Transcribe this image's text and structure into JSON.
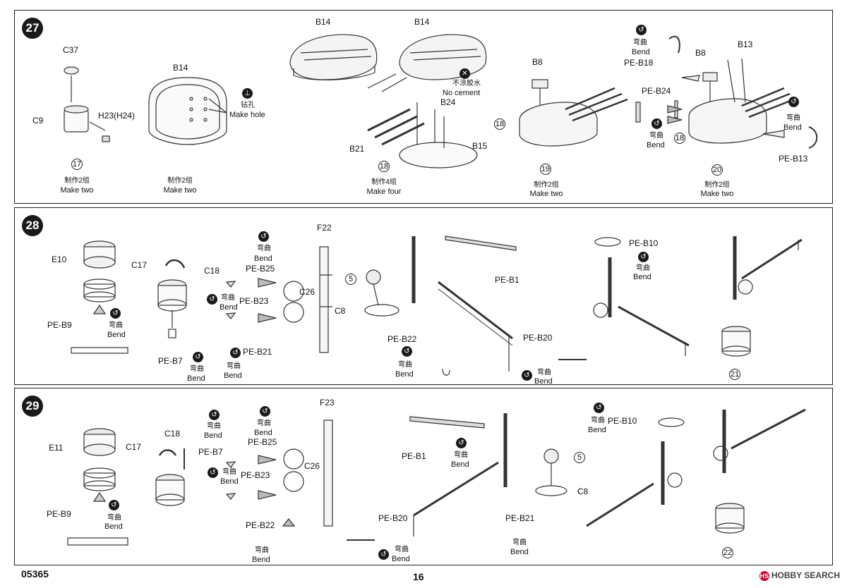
{
  "steps": {
    "s27": {
      "number": "27",
      "parts": {
        "c37": "C37",
        "c9": "C9",
        "h23": "H23(H24)",
        "b14a": "B14",
        "b14b": "B14",
        "b14c": "B14",
        "b24": "B24",
        "b21": "B21",
        "b15": "B15",
        "b8": "B8",
        "b13": "B13",
        "peb18": "PE-B18",
        "peb24": "PE-B24",
        "peb13": "PE-B13"
      },
      "notes": {
        "hole_cn": "钻孔",
        "hole_en": "Make hole",
        "nocement_cn": "不涂胶水",
        "nocement_en": "No cement"
      },
      "subs": {
        "s17": "17",
        "s18": "18",
        "s19": "19",
        "s20": "20"
      },
      "captions": {
        "make2_cn": "制作2组",
        "make2_en": "Make two",
        "make4_cn": "制作4组",
        "make4_en": "Make four"
      }
    },
    "s28": {
      "number": "28",
      "parts": {
        "e10": "E10",
        "peb9": "PE-B9",
        "c17": "C17",
        "c18": "C18",
        "peb7": "PE-B7",
        "peb25": "PE-B25",
        "c26": "C26",
        "peb23": "PE-B23",
        "peb21": "PE-B21",
        "f22": "F22",
        "c8": "C8",
        "peb22": "PE-B22",
        "peb1": "PE-B1",
        "peb20": "PE-B20",
        "peb10": "PE-B10"
      },
      "subs": {
        "s5": "5",
        "s21": "21"
      }
    },
    "s29": {
      "number": "29",
      "parts": {
        "e11": "E11",
        "peb9": "PE-B9",
        "c18": "C18",
        "c17": "C17",
        "peb7": "PE-B7",
        "peb25": "PE-B25",
        "c26": "C26",
        "peb23": "PE-B23",
        "peb22": "PE-B22",
        "f23": "F23",
        "peb1": "PE-B1",
        "peb20": "PE-B20",
        "peb21": "PE-B21",
        "c8": "C8",
        "peb10": "PE-B10"
      },
      "subs": {
        "s5": "5",
        "s22": "22"
      }
    }
  },
  "bend": {
    "cn": "弯曲",
    "en": "Bend",
    "icon": "bend-icon"
  },
  "footer": {
    "code": "05365",
    "page": "16",
    "watermark": "HOBBY SEARCH"
  }
}
